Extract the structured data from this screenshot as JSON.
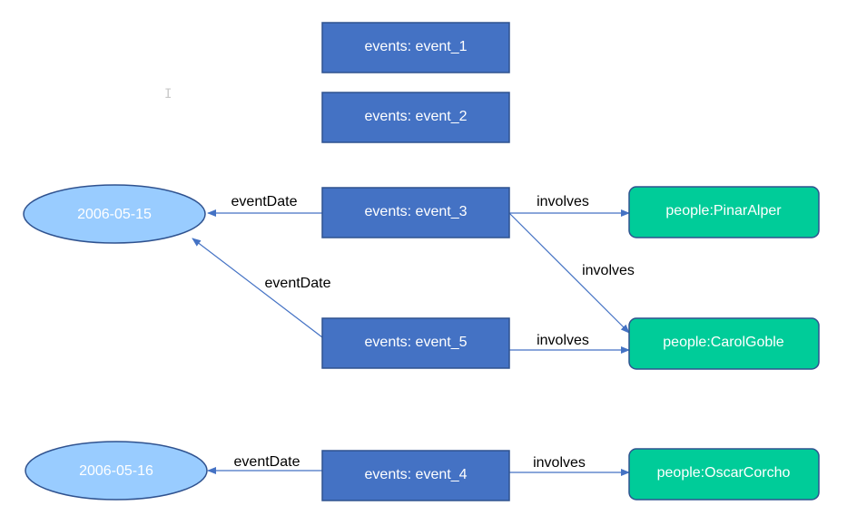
{
  "colors": {
    "event_fill": "#4472C4",
    "event_border": "#2F528F",
    "event_text": "#FFFFFF",
    "person_fill": "#00CC99",
    "person_border": "#2F528F",
    "person_text": "#FFFFFF",
    "date_fill": "#99CCFF",
    "date_border": "#2F528F",
    "date_text": "#FFFFFF",
    "edge": "#4472C4"
  },
  "nodes": {
    "event_1": {
      "label": "events: event_1",
      "kind": "event"
    },
    "event_2": {
      "label": "events: event_2",
      "kind": "event"
    },
    "event_3": {
      "label": "events: event_3",
      "kind": "event"
    },
    "event_4": {
      "label": "events: event_4",
      "kind": "event"
    },
    "event_5": {
      "label": "events: event_5",
      "kind": "event"
    },
    "pinar": {
      "label": "people:PinarAlper",
      "kind": "person"
    },
    "carol": {
      "label": "people:CarolGoble",
      "kind": "person"
    },
    "oscar": {
      "label": "people:OscarCorcho",
      "kind": "person"
    },
    "date_1": {
      "label": "2006-05-15",
      "kind": "date"
    },
    "date_2": {
      "label": "2006-05-16",
      "kind": "date"
    }
  },
  "edges": [
    {
      "from": "event_3",
      "to": "date_1",
      "label": "eventDate"
    },
    {
      "from": "event_5",
      "to": "date_1",
      "label": "eventDate"
    },
    {
      "from": "event_4",
      "to": "date_2",
      "label": "eventDate"
    },
    {
      "from": "event_3",
      "to": "pinar",
      "label": "involves"
    },
    {
      "from": "event_3",
      "to": "carol",
      "label": "involves"
    },
    {
      "from": "event_5",
      "to": "carol",
      "label": "involves"
    },
    {
      "from": "event_4",
      "to": "oscar",
      "label": "involves"
    }
  ]
}
